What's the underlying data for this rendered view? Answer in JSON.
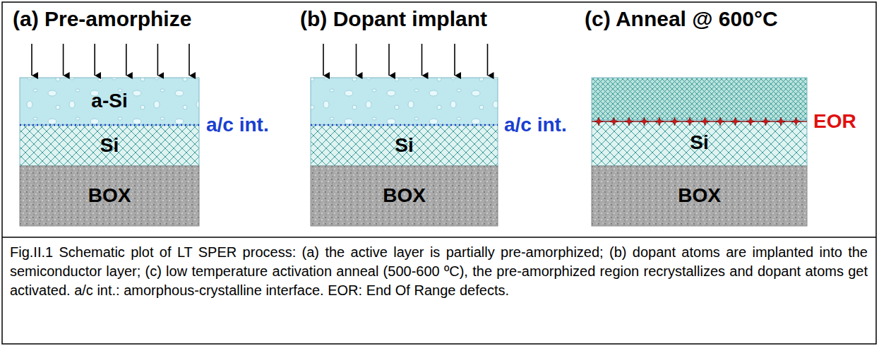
{
  "diagram": {
    "caption": "Fig.II.1 Schematic plot of LT SPER process: (a) the active layer is partially pre-amorphized; (b) dopant atoms are implanted into the semiconductor layer; (c) low temperature activation anneal (500-600 ºC), the pre-amorphized region recrystallizes and dopant atoms get activated. a/c int.: amorphous-crystalline interface. EOR: End Of Range defects.",
    "nodes": [
      {
        "text": [
          "a-Si"
        ]
      },
      {
        "text": [
          "Si"
        ]
      },
      {
        "text": [
          "BOX"
        ]
      },
      {
        "text": [
          "Si"
        ]
      },
      {
        "text": [
          "BOX"
        ]
      },
      {
        "text": [
          "Si"
        ]
      },
      {
        "text": [
          "BOX"
        ]
      }
    ],
    "labels": [
      "(a) Pre-amorphize",
      "(b) Dopant implant",
      "(c) Anneal @ 600°C",
      "a/c int.",
      "a/c int.",
      "EOR"
    ]
  }
}
